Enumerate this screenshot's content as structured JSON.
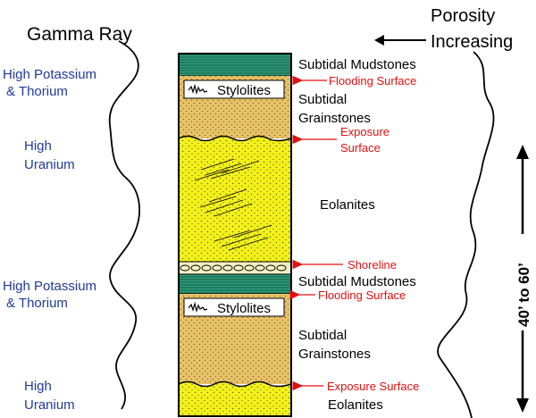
{
  "gamma": {
    "title": "Gamma Ray",
    "labels": [
      {
        "lines": [
          "High Potassium",
          "& Thorium"
        ]
      },
      {
        "lines": [
          "High",
          "Uranium"
        ]
      },
      {
        "lines": [
          "High Potassium",
          "& Thorium"
        ]
      },
      {
        "lines": [
          "High",
          "Uranium"
        ]
      }
    ]
  },
  "porosity": {
    "title_lines": [
      "Porosity",
      "Increasing"
    ],
    "thickness": "40’ to 60’"
  },
  "units": [
    {
      "lines": [
        "Subtidal Mudstones"
      ]
    },
    {
      "lines": [
        "Subtidal",
        "Grainstones"
      ]
    },
    {
      "lines": [
        "Eolanites"
      ]
    },
    {
      "lines": [
        "Subtidal Mudstones"
      ]
    },
    {
      "lines": [
        "Subtidal",
        "Grainstones"
      ]
    },
    {
      "lines": [
        "Eolanites"
      ]
    }
  ],
  "surfaces": [
    {
      "lines": [
        "Flooding Surface"
      ]
    },
    {
      "lines": [
        "Exposure",
        "Surface"
      ]
    },
    {
      "lines": [
        "Shoreline"
      ]
    },
    {
      "lines": [
        "Flooding Surface"
      ]
    },
    {
      "lines": [
        "Exposure Surface"
      ]
    }
  ],
  "stylolite_label": "Stylolites",
  "colors": {
    "gamma_label": "#1f3a9a",
    "surface": "#e01010",
    "mudstone": "#2e9c7a",
    "grainstone": "#e9c36a",
    "eolanite": "#f2f21a",
    "outline": "#000000"
  },
  "icons": [
    "stylolite-icon",
    "arrow-left-icon",
    "double-arrow-vertical-icon",
    "arrow-left-red-icon"
  ]
}
